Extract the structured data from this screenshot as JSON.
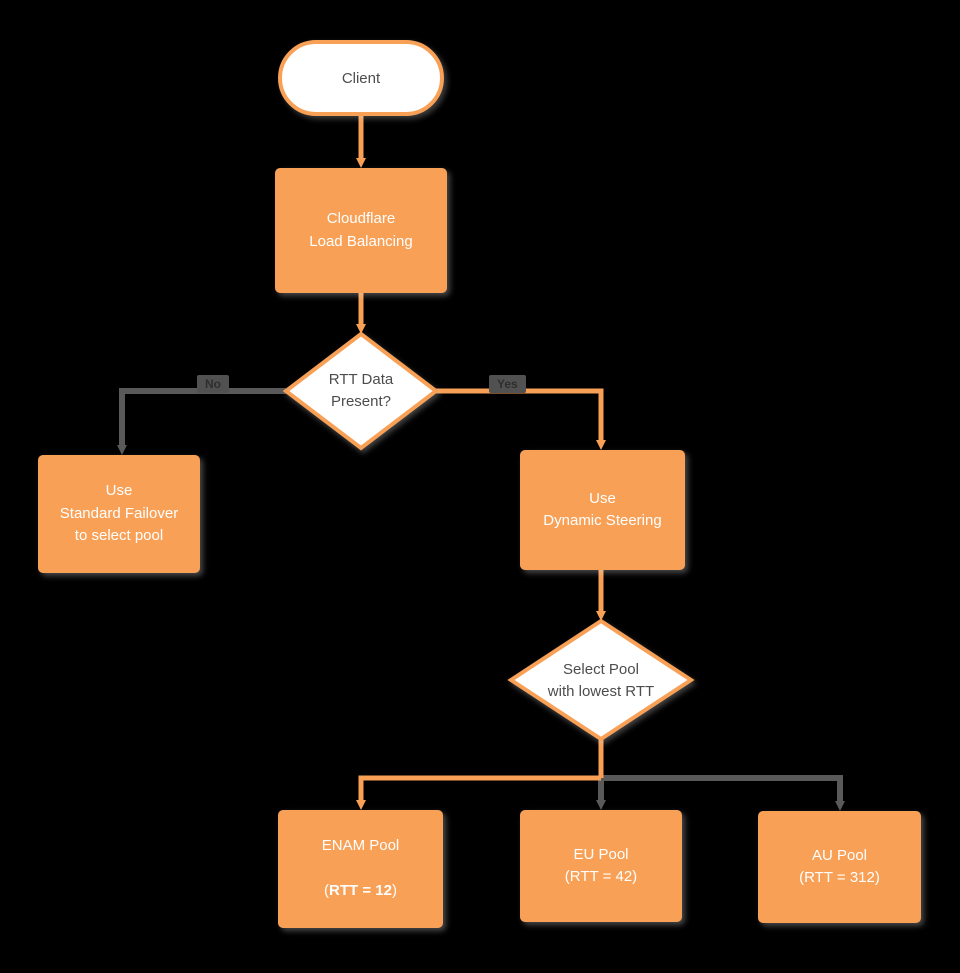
{
  "diagram": {
    "background": "#000000",
    "accent_orange": "#F8A056",
    "line_gray": "#595959",
    "text_dark": "#4d4d4d",
    "text_light": "#ffffff",
    "nodes": {
      "client": {
        "label": "Client"
      },
      "load_balancing": {
        "label": "Cloudflare\nLoad Balancing"
      },
      "rtt_decision": {
        "label": "RTT Data\nPresent?"
      },
      "standard_failover": {
        "label": "Use\nStandard Failover\nto select pool"
      },
      "dynamic_steering": {
        "label": "Use\nDynamic Steering"
      },
      "select_pool": {
        "label": "Select Pool\nwith lowest RTT"
      },
      "enam_pool": {
        "title": "ENAM Pool",
        "rtt_prefix": "(",
        "rtt_bold": "RTT = 12",
        "rtt_suffix": ")"
      },
      "eu_pool": {
        "title": "EU Pool",
        "rtt": "(RTT = 42)"
      },
      "au_pool": {
        "title": "AU Pool",
        "rtt": "(RTT = 312)"
      }
    },
    "edges": {
      "no_label": "No",
      "yes_label": "Yes"
    }
  }
}
